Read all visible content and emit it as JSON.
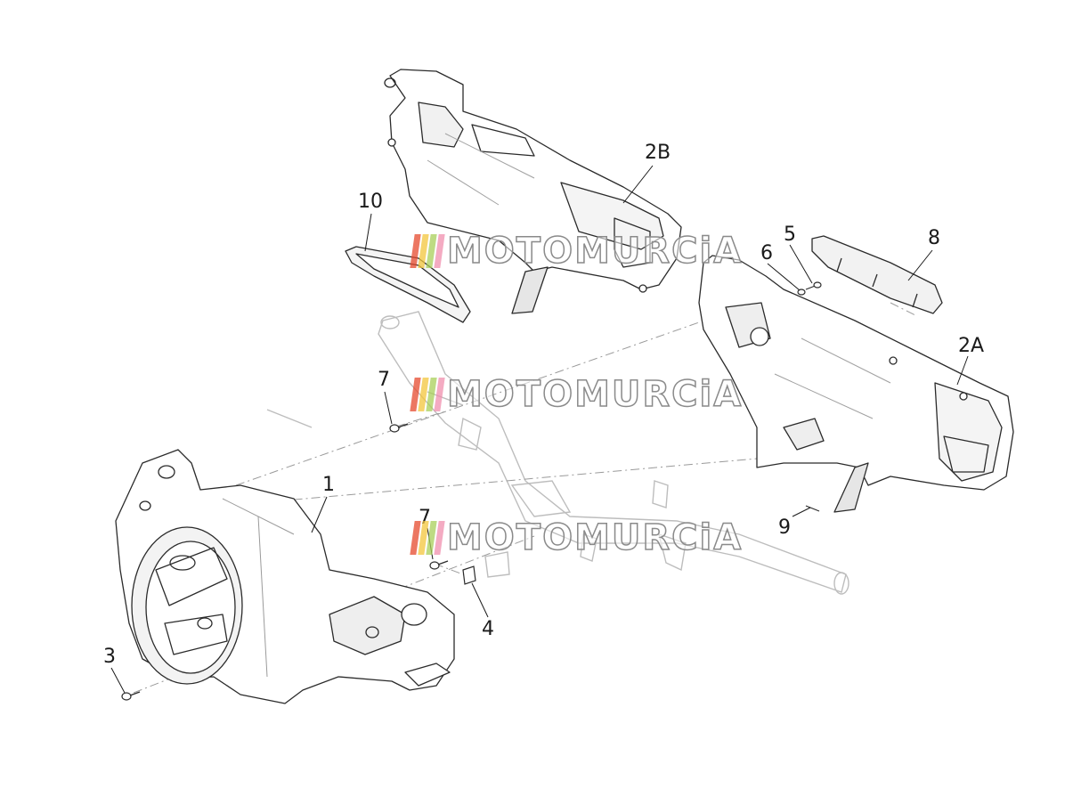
{
  "callouts": {
    "c1": "1",
    "c2a": "2A",
    "c2b": "2B",
    "c3": "3",
    "c4": "4",
    "c5": "5",
    "c6": "6",
    "c7a": "7",
    "c7b": "7",
    "c8": "8",
    "c9": "9",
    "c10": "10"
  },
  "watermark": {
    "text": "MOTOMURCiA",
    "stripe_colors": [
      "#e64a2e",
      "#f3c63c",
      "#a8cf5a",
      "#f08fae"
    ]
  },
  "colors": {
    "line": "#2b2b2b",
    "faint": "#b9b9b9",
    "shade": "#e9e9e9"
  }
}
